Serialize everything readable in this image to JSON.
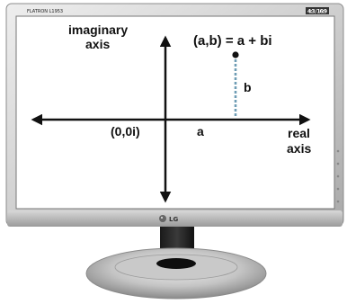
{
  "monitor": {
    "model_text": "FLATRON L1953",
    "corner_badge": "4:3 / 16:9",
    "brand_logo": "LG"
  },
  "diagram": {
    "y_axis_label_line1": "imaginary",
    "y_axis_label_line2": "axis",
    "x_axis_label_line1": "real",
    "x_axis_label_line2": "axis",
    "point_label": "(a,b) = a + bi",
    "origin_label": "(0,0i)",
    "a_label": "a",
    "b_label": "b",
    "colors": {
      "axes": "#111111",
      "dashed_line": "#6f9db5",
      "point": "#111111"
    }
  }
}
